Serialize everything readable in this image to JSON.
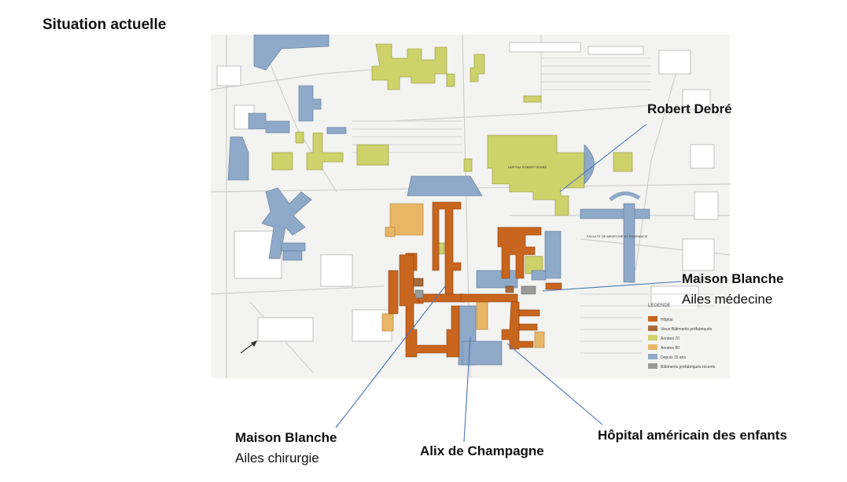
{
  "title": "Situation actuelle",
  "colors": {
    "hopital": "#c8651e",
    "vieux_pref": "#a86a3a",
    "annees_70": "#cdd26a",
    "annees_80": "#e8b766",
    "depuis_15": "#8fa9c8",
    "pref_recents": "#9a9a9a",
    "leader": "#4a74b4"
  },
  "callouts": [
    {
      "id": "robert-debre",
      "name": "Robert Debré",
      "sub": ""
    },
    {
      "id": "maison-blanche-medecine",
      "name": "Maison Blanche",
      "sub": "Ailes médecine"
    },
    {
      "id": "maison-blanche-chirurgie",
      "name": "Maison Blanche",
      "sub": "Ailes chirurgie"
    },
    {
      "id": "alix-de-champagne",
      "name": "Alix de Champagne",
      "sub": ""
    },
    {
      "id": "hopital-americain",
      "name": "Hôpital américain des enfants",
      "sub": ""
    }
  ],
  "legend": {
    "title": "LEGENDE",
    "items": [
      {
        "label": "Hôpital",
        "color": "#c8651e"
      },
      {
        "label": "Vieux Bâtiments préfabriqués",
        "color": "#a86a3a"
      },
      {
        "label": "Années 70",
        "color": "#cdd26a"
      },
      {
        "label": "Années 80",
        "color": "#e8b766"
      },
      {
        "label": "Depuis 15 ans",
        "color": "#8fa9c8"
      },
      {
        "label": "Bâtiments préfabriqués récents",
        "color": "#9a9a9a"
      }
    ]
  },
  "map_labels": {
    "hopital_robert_debre": "HOPITAL ROBERT DEBRE",
    "faculte": "FACULTE DE MEDECINE ET PHARMACIE"
  }
}
